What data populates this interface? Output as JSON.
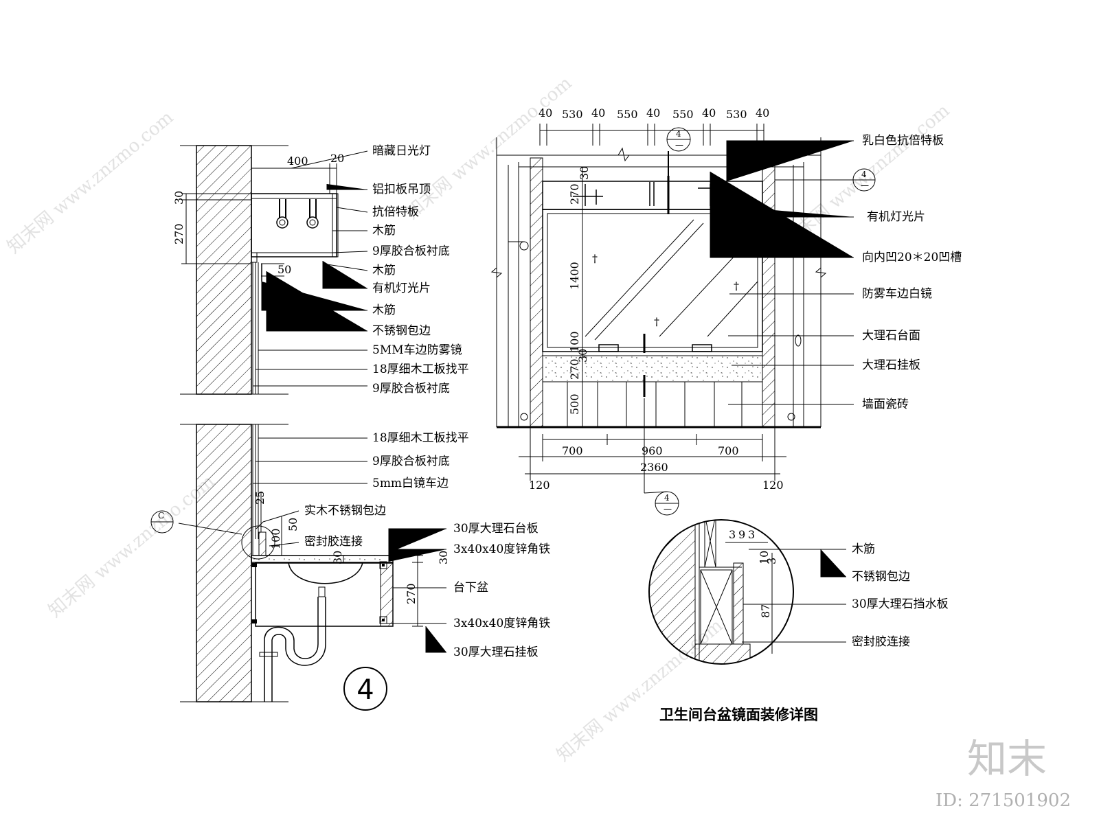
{
  "title": "卫生间台盆镜面装修详图",
  "detail_number": "4",
  "left_section_labels": [
    "暗藏日光灯",
    "铝扣板吊顶",
    "抗倍特板",
    "木筋",
    "9厚胶合板衬底",
    "木筋",
    "有机灯光片",
    "木筋",
    "不锈钢包边",
    "5MM车边防雾镜",
    "18厚细木工板找平",
    "9厚胶合板衬底",
    "18厚细木工板找平",
    "9厚胶合板衬底",
    "5mm白镜车边",
    "实木不锈钢包边",
    "密封胶连接",
    "30厚大理石台板",
    "3x40x40度锌角铁",
    "台下盆",
    "3x40x40度锌角铁",
    "30厚大理石挂板"
  ],
  "left_dims": {
    "top_width": "400",
    "gap": "20",
    "h1": "30",
    "h2": "270",
    "light_gap": "50",
    "d25": "25",
    "d50": "50",
    "d100": "100",
    "c30a": "30",
    "c30b": "30",
    "c270": "270"
  },
  "elevation_top_dims": [
    "40",
    "530",
    "40",
    "550",
    "40",
    "550",
    "40",
    "530",
    "40"
  ],
  "elevation_side_dims": [
    "30",
    "270",
    "1400",
    "100",
    "30",
    "270",
    "500"
  ],
  "elevation_bottom_dims": [
    "700",
    "960",
    "700"
  ],
  "elevation_total": "2360",
  "elevation_margins": [
    "120",
    "120"
  ],
  "elevation_labels": [
    "乳白色抗倍特板",
    "有机灯光片",
    "向内凹20＊20凹槽",
    "防雾车边白镜",
    "大理石台面",
    "大理石挂板",
    "墙面瓷砖"
  ],
  "section_marker": {
    "num": "4",
    "sheet": "一"
  },
  "circle_marker": "C",
  "detail_dims": [
    "3",
    "9",
    "3",
    "10",
    "3",
    "87"
  ],
  "detail_labels": [
    "木筋",
    "不锈钢包边",
    "30厚大理石挡水板",
    "密封胶连接"
  ],
  "watermark": {
    "brand": "知末",
    "id": "ID: 271501902",
    "site": "知末网 www.znzmo.com"
  }
}
